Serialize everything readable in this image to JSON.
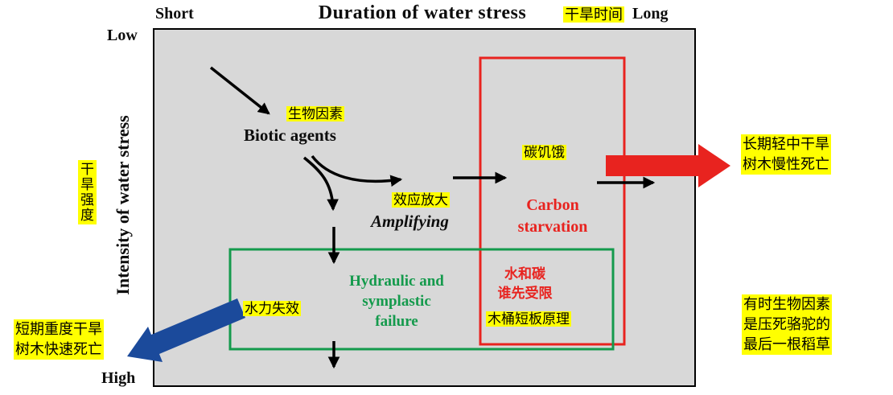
{
  "colors": {
    "red": "#e8231f",
    "green": "#149a4c",
    "blue": "#1b4a9b",
    "highlight": "#ffff00",
    "plot_bg": "#d8d8d8"
  },
  "axes": {
    "x_title": "Duration of water stress",
    "x_title_cn": "干旱时间",
    "x_min": "Short",
    "x_max": "Long",
    "y_title": "Intensity of water stress",
    "y_title_cn": "干旱强度",
    "y_min": "Low",
    "y_max": "High"
  },
  "nodes": {
    "biotic_cn": "生物因素",
    "biotic_en": "Biotic agents",
    "amplifying_cn": "效应放大",
    "amplifying_en": "Amplifying",
    "carbon_cn": "碳饥饿",
    "carbon_line1": "Carbon",
    "carbon_line2": "starvation",
    "hydraulic_line1": "Hydraulic and",
    "hydraulic_line2": "symplastic",
    "hydraulic_line3": "failure",
    "hydraulic_cn": "水力失效",
    "limit_line1": "水和碳",
    "limit_line2": "谁先受限",
    "bucket_cn": "木桶短板原理"
  },
  "annotations": {
    "chronic_line1": "长期轻中干旱",
    "chronic_line2": "树木慢性死亡",
    "rapid_line1": "短期重度干旱",
    "rapid_line2": "树木快速死亡",
    "straw_line1": "有时生物因素",
    "straw_line2": "是压死骆驼的",
    "straw_line3": "最后一根稻草"
  }
}
